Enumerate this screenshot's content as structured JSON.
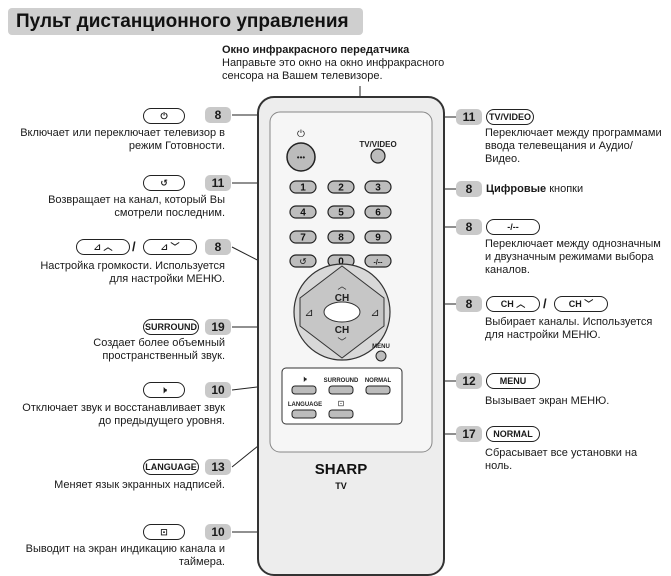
{
  "header": {
    "title": "Пульт дистанционного управления"
  },
  "ir_window": {
    "heading": "Окно инфракрасного передатчика",
    "text": "Направьте это окно на окно инфракрасного сенсора на Вашем телевизоре."
  },
  "left": {
    "power": {
      "badge": "8",
      "text": "Включает или переключает телевизор в режим Готовности."
    },
    "flashback": {
      "badge": "11",
      "text": "Возвращает на канал, который Вы смотрели последним."
    },
    "volume": {
      "badge": "8",
      "separator": "/",
      "text": "Настройка громкости. Используется для настройки МЕНЮ."
    },
    "surround": {
      "badge": "19",
      "label": "SURROUND",
      "text": "Создает более объемный пространственный звук."
    },
    "mute": {
      "badge": "10",
      "text": "Отключает звук и восстанавливает звук до предыдущего уровня."
    },
    "language": {
      "badge": "13",
      "label": "LANGUAGE",
      "text": "Меняет язык экранных надписей."
    },
    "display": {
      "badge": "10",
      "text": "Выводит на экран индикацию канала и таймера."
    }
  },
  "right": {
    "tvvideo": {
      "badge": "11",
      "label": "TV/VIDEO",
      "text": "Переключает между программами ввода телевещания и Аудио/Видео."
    },
    "digits": {
      "badge": "8",
      "bold": "Цифровые",
      "text": " кнопки"
    },
    "digitmode": {
      "badge": "8",
      "label": "-/--",
      "text": "Переключает между однозначным и двузначным режимами выбора каналов."
    },
    "channel": {
      "badge": "8",
      "label_up": "CH",
      "label_down": "CH",
      "separator": "/",
      "text": "Выбирает каналы. Используется для настройки МЕНЮ."
    },
    "menu": {
      "badge": "12",
      "label": "MENU",
      "text": "Вызывает экран МЕНЮ."
    },
    "normal": {
      "badge": "17",
      "label": "NORMAL",
      "text": "Сбрасывает все установки на ноль."
    }
  },
  "remote": {
    "tvvideo_label": "TV/VIDEO",
    "keys": [
      "1",
      "2",
      "3",
      "4",
      "5",
      "6",
      "7",
      "8",
      "9",
      "0",
      "-/--"
    ],
    "ch_up": "CH",
    "ch_down": "CH",
    "menu": "MENU",
    "surround": "SURROUND",
    "normal": "NORMAL",
    "language": "LANGUAGE",
    "brand": "SHARP",
    "model": "TV"
  }
}
